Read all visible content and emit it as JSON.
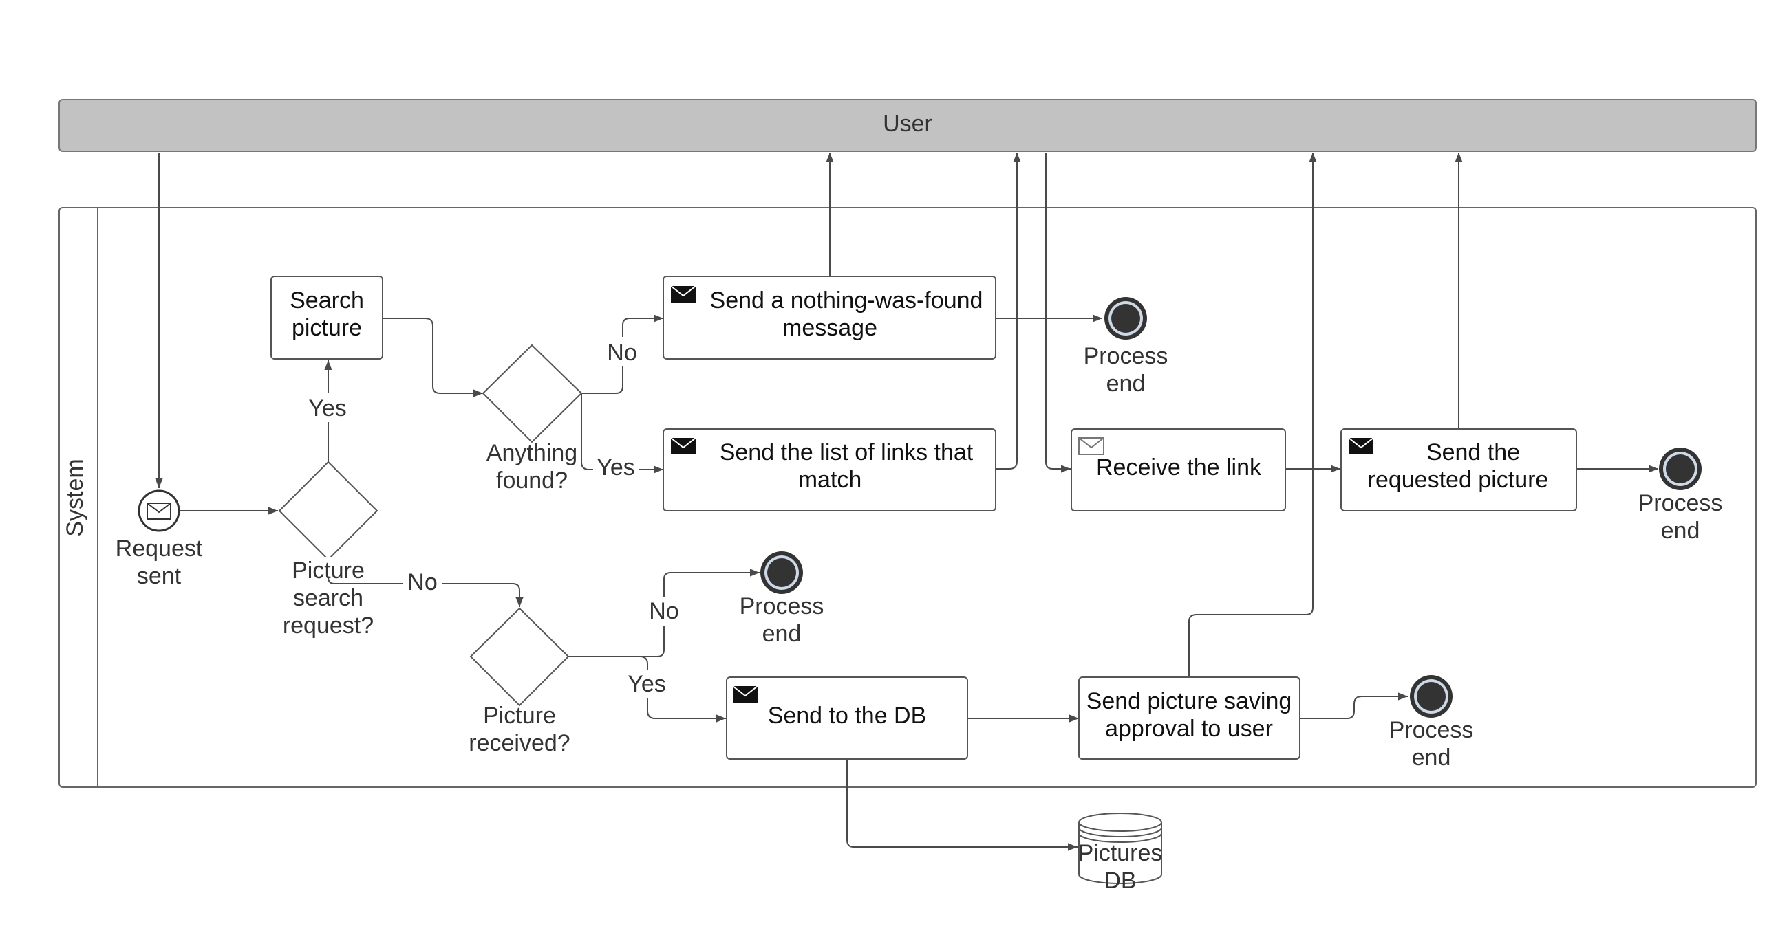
{
  "pools": {
    "user": {
      "label": "User"
    },
    "system": {
      "label": "System"
    }
  },
  "tasks": {
    "search_picture": [
      "Search",
      "picture"
    ],
    "send_nothing_found": [
      "Send a nothing-was-found",
      "message"
    ],
    "send_list_links": [
      "Send the list of links that",
      "match"
    ],
    "receive_link": [
      "Receive the link"
    ],
    "send_requested_picture": [
      "Send the",
      "requested picture"
    ],
    "send_to_db": [
      "Send to the DB"
    ],
    "send_saving_approval": [
      "Send picture saving",
      "approval to user"
    ]
  },
  "events": {
    "start": [
      "Request",
      "sent"
    ],
    "end_label": [
      "Process",
      "end"
    ]
  },
  "gateways": {
    "picture_search_request": [
      "Picture",
      "search",
      "request?"
    ],
    "anything_found": [
      "Anything",
      "found?"
    ],
    "picture_received": [
      "Picture",
      "received?"
    ]
  },
  "flow_labels": {
    "yes": "Yes",
    "no": "No"
  },
  "datastore": {
    "pictures_db": [
      "Pictures",
      "DB"
    ]
  },
  "colors": {
    "user_pool_fill": "#c2c2c2",
    "stroke": "#555555",
    "end_event_fill": "#333333",
    "end_event_ring": "#cfd8e6"
  },
  "icons": {
    "start_event": "envelope-icon",
    "send_task": "filled-envelope-icon",
    "receive_task": "outline-envelope-icon",
    "end_event": "end-event-icon",
    "datastore": "database-icon"
  }
}
